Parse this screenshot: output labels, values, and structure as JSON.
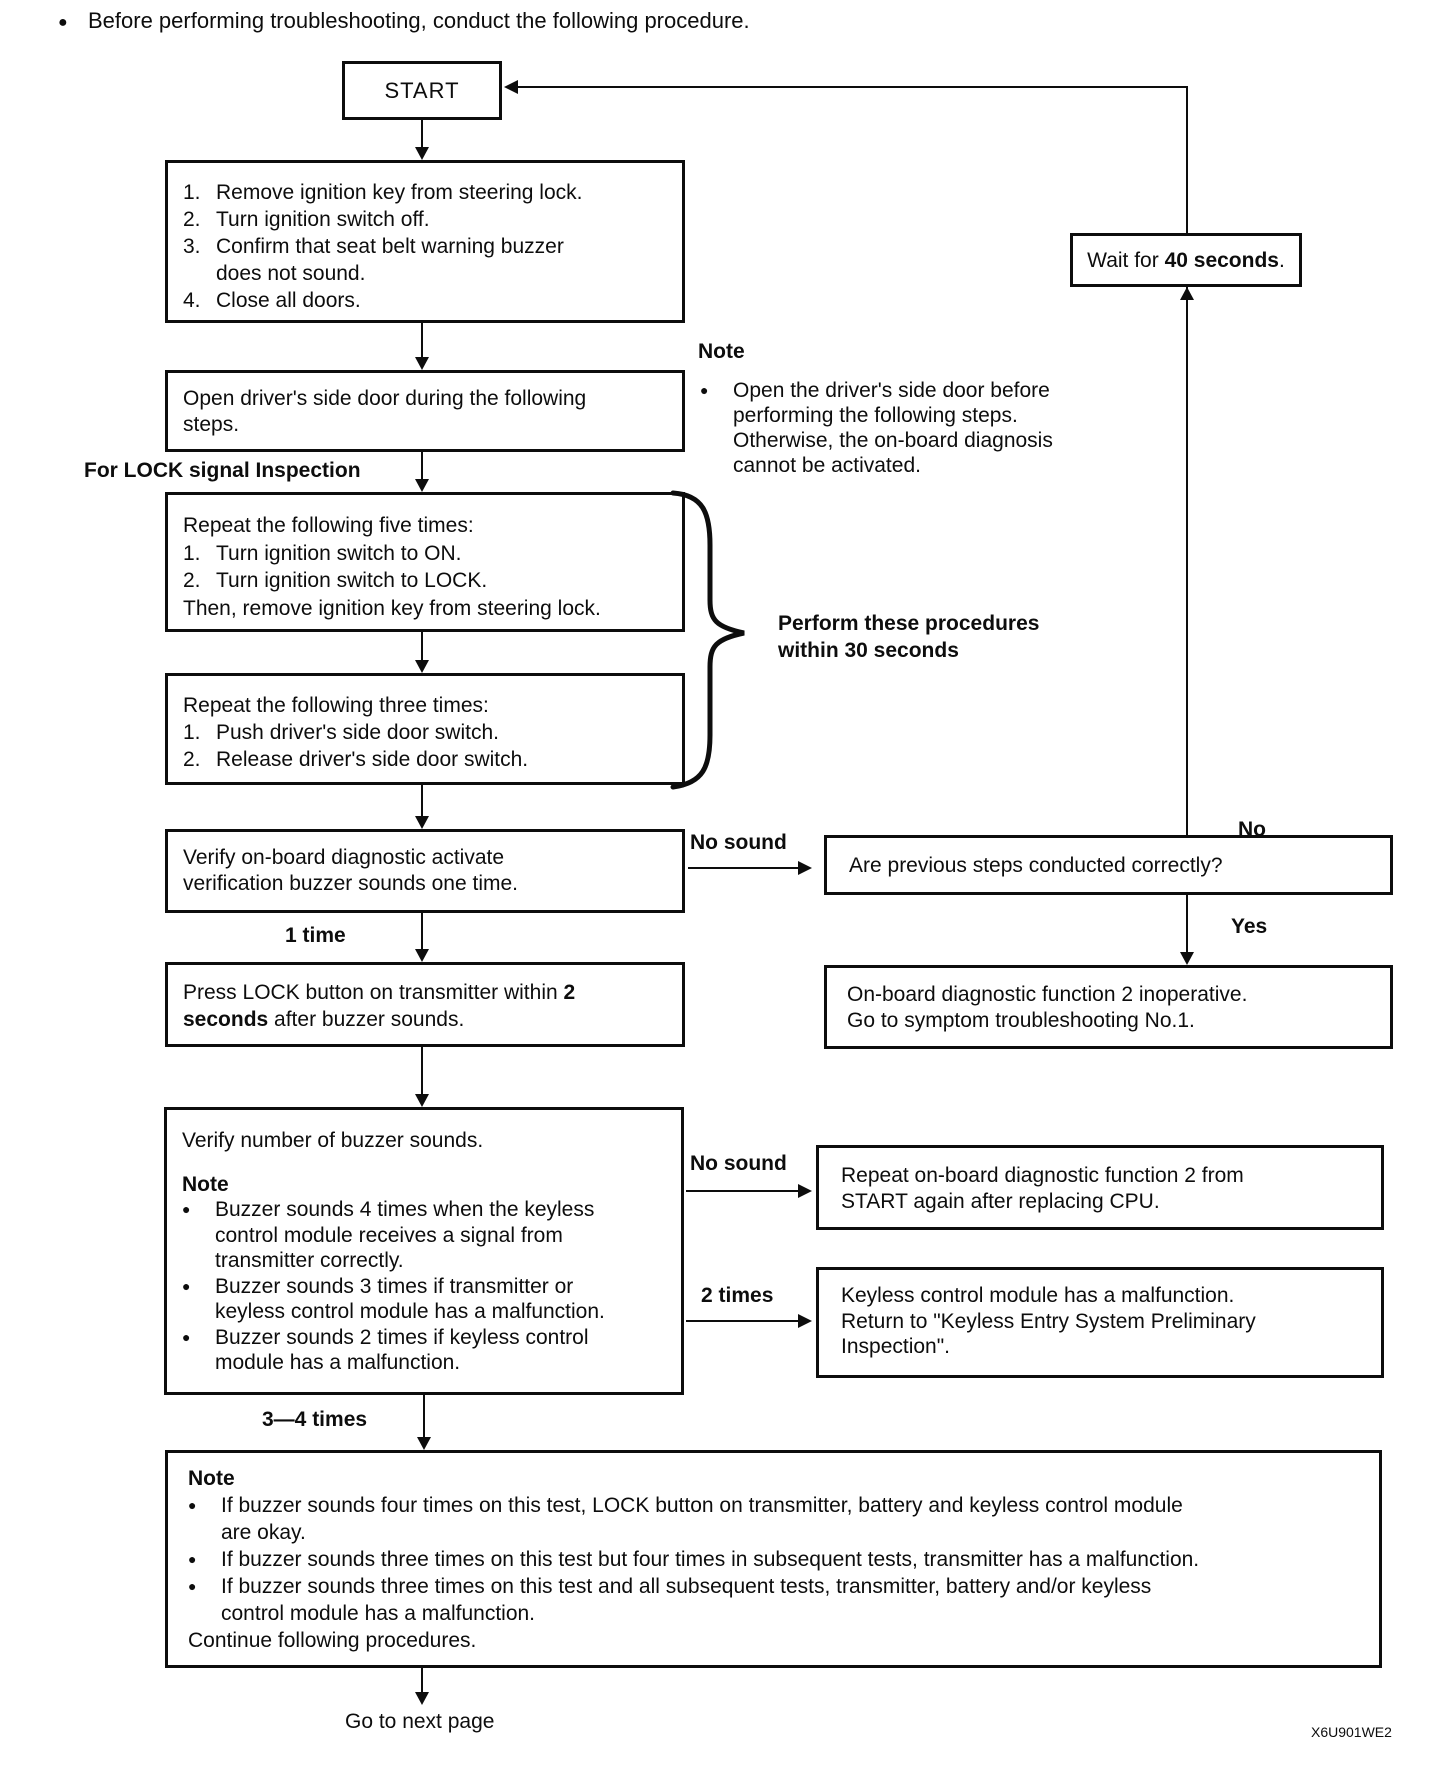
{
  "page": {
    "header": "Before performing troubleshooting, conduct the following procedure.",
    "figure_code": "X6U901WE2",
    "goto_next": "Go to next page"
  },
  "icons": {
    "bullet": "●"
  },
  "flow": {
    "start": "START",
    "wait": {
      "pre": "Wait for ",
      "bold": "40 seconds",
      "post": "."
    },
    "prep": {
      "i1n": "1.",
      "i1t": "Remove ignition key from steering lock.",
      "i2n": "2.",
      "i2t": "Turn ignition switch off.",
      "i3n": "3.",
      "i3t": "Confirm that seat belt warning buzzer",
      "i3cont": "does not sound.",
      "i4n": "4.",
      "i4t": "Close all doors."
    },
    "open_door": {
      "l1": "Open driver's side door during the following",
      "l2": "steps."
    },
    "side_note": {
      "title": "Note",
      "l1": "Open the driver's side door before",
      "l2": "performing the following steps.",
      "l3": "Otherwise, the on-board diagnosis",
      "l4": "cannot be activated."
    },
    "for_lock_label": "For LOCK signal Inspection",
    "repeat5": {
      "title": "Repeat the following five times:",
      "i1n": "1.",
      "i1t": "Turn ignition switch to ON.",
      "i2n": "2.",
      "i2t": "Turn ignition switch to LOCK.",
      "footer": "Then, remove ignition key from steering lock."
    },
    "repeat3": {
      "title": "Repeat the following three times:",
      "i1n": "1.",
      "i1t": "Push driver's side door switch.",
      "i2n": "2.",
      "i2t": "Release driver's side door switch."
    },
    "perform": {
      "l1": "Perform these procedures",
      "l2": "within 30 seconds"
    },
    "verify_buzzer": {
      "l1": "Verify on-board diagnostic activate",
      "l2": "verification buzzer sounds one time."
    },
    "no_sound1": "No sound",
    "are_previous": "Are previous steps conducted correctly?",
    "no_label": "No",
    "yes_label": "Yes",
    "one_time": "1 time",
    "press_lock": {
      "l1_pre": "Press LOCK button on transmitter within ",
      "l1_bold": "2",
      "l2_bold": "seconds",
      "l2_post": " after buzzer sounds."
    },
    "onboard_inop": {
      "l1": "On-board diagnostic function 2 inoperative.",
      "l2": "Go to symptom troubleshooting No.1."
    },
    "verify_count": {
      "title": "Verify number of buzzer sounds.",
      "note_title": "Note",
      "b1l1": "Buzzer sounds 4 times when the keyless",
      "b1l2": "control module receives a signal from",
      "b1l3": "transmitter correctly.",
      "b2l1": "Buzzer sounds 3 times if transmitter or",
      "b2l2": "keyless control module has a malfunction.",
      "b3l1": "Buzzer sounds 2 times if keyless control",
      "b3l2": "module has a malfunction."
    },
    "no_sound2": "No sound",
    "repeat_cpu": {
      "l1": "Repeat on-board diagnostic function 2 from",
      "l2": "START again after replacing CPU."
    },
    "two_times": "2 times",
    "keyless_malfunction": {
      "l1": "Keyless control module has a malfunction.",
      "l2": "Return to \"Keyless Entry System Preliminary",
      "l3": "Inspection\"."
    },
    "three_four_times": "3—4 times",
    "bottom_note": {
      "title": "Note",
      "b1l1": "If buzzer sounds four times on this test, LOCK button on transmitter, battery and keyless control module",
      "b1l2": "are okay.",
      "b2l1": "If buzzer sounds three times on this test but four times in subsequent tests, transmitter has a malfunction.",
      "b3l1": "If buzzer sounds three times on this test and all subsequent tests, transmitter, battery and/or keyless",
      "b3l2": "control module has a malfunction.",
      "footer": "Continue following procedures."
    }
  }
}
